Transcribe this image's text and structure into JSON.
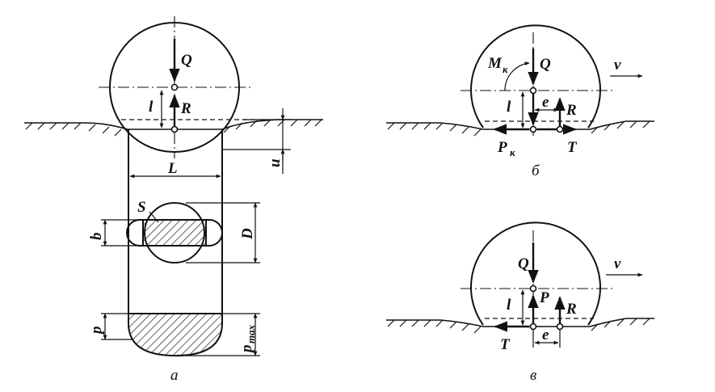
{
  "figure": {
    "panel_a": {
      "caption": "а",
      "labels": {
        "Q": "Q",
        "R": "R",
        "l": "l",
        "L": "L",
        "u": "u",
        "S": "S",
        "b": "b",
        "D": "D",
        "p": "p",
        "pmax_main": "p",
        "pmax_sub": "max"
      }
    },
    "panel_b": {
      "caption": "б",
      "labels": {
        "Mk_main": "M",
        "Mk_sub": "к",
        "Q": "Q",
        "v": "v",
        "l": "l",
        "e": "e",
        "R": "R",
        "Pk_main": "P",
        "Pk_sub": "к",
        "T": "T"
      }
    },
    "panel_v": {
      "caption": "в",
      "labels": {
        "Q": "Q",
        "v": "v",
        "P": "P",
        "R": "R",
        "l": "l",
        "T": "T",
        "e": "e"
      }
    }
  }
}
